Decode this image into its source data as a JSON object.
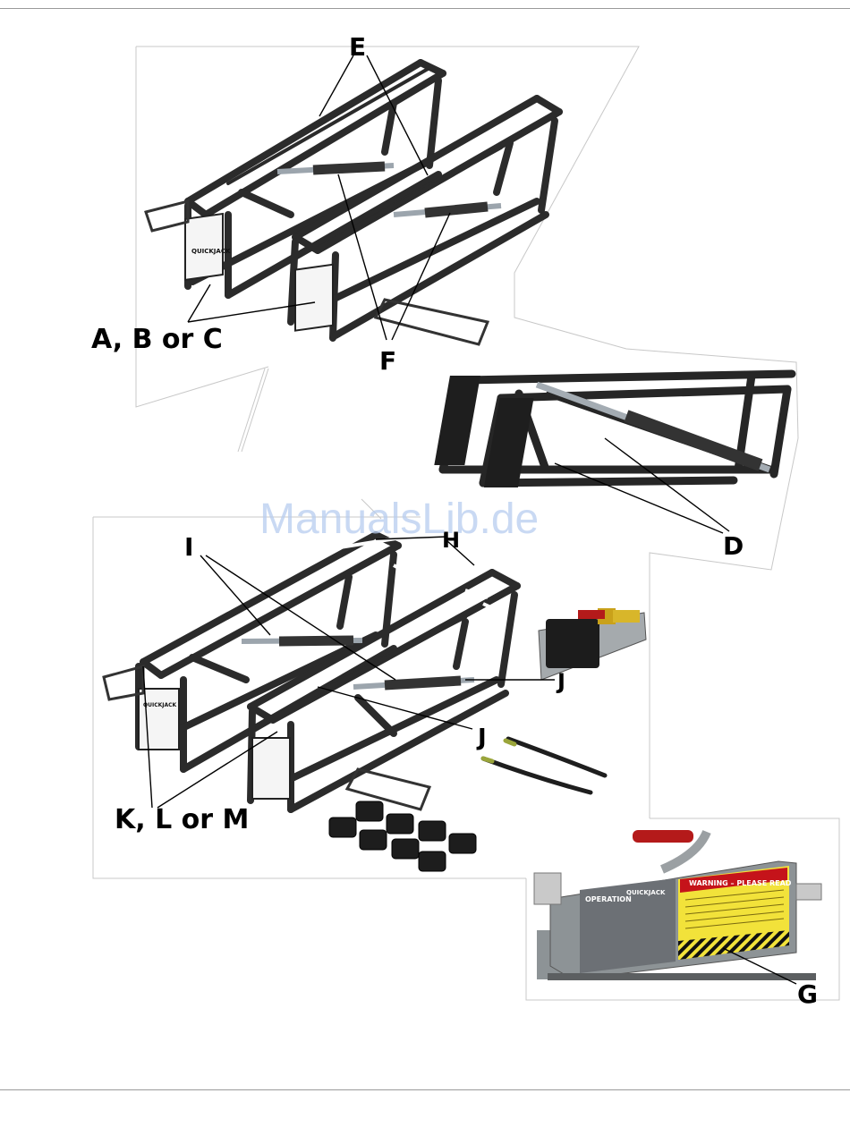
{
  "watermark": "ManualsLib.de",
  "callouts": {
    "e": "E",
    "abc": "A, B or C",
    "f": "F",
    "d": "D",
    "i": "I",
    "h": "H",
    "j1": "J",
    "j2": "J",
    "klm": "K, L or M",
    "g": "G"
  },
  "labels": {
    "brand": "QUICKJACK",
    "operation": "OPERATION",
    "warning": "WARNING – PLEASE READ"
  },
  "colors": {
    "frame": "#2b2b2b",
    "frame_dark": "#141414",
    "cylinder": "#7c8690",
    "warning_label": "#f2e23a",
    "handle": "#b41a1a",
    "pump_body": "#9aa0a4",
    "operation_panel": "#6c7075"
  }
}
